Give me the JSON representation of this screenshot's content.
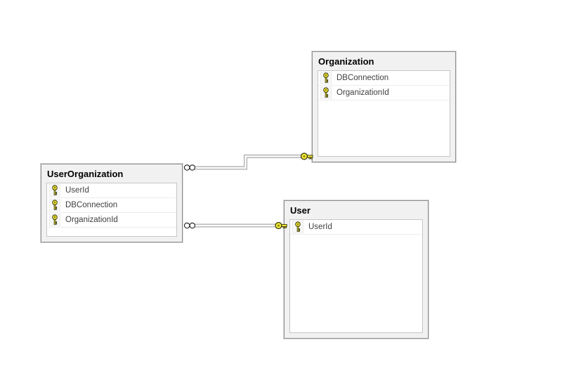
{
  "diagram": {
    "tool": "database-diagram-designer",
    "tables": [
      {
        "name": "Organization",
        "fields": [
          {
            "name": "DBConnection",
            "primary_key": true,
            "icon": "key-icon"
          },
          {
            "name": "OrganizationId",
            "primary_key": true,
            "icon": "key-icon"
          }
        ]
      },
      {
        "name": "UserOrganization",
        "fields": [
          {
            "name": "UserId",
            "primary_key": true,
            "icon": "key-icon"
          },
          {
            "name": "DBConnection",
            "primary_key": true,
            "icon": "key-icon"
          },
          {
            "name": "OrganizationId",
            "primary_key": true,
            "icon": "key-icon"
          }
        ]
      },
      {
        "name": "User",
        "fields": [
          {
            "name": "UserId",
            "primary_key": true,
            "icon": "key-icon"
          }
        ]
      }
    ],
    "relationships": [
      {
        "from_table": "UserOrganization",
        "from_cardinality": "many",
        "from_symbol": "infinity-icon",
        "to_table": "Organization",
        "to_cardinality": "one",
        "to_symbol": "key-icon"
      },
      {
        "from_table": "UserOrganization",
        "from_cardinality": "many",
        "from_symbol": "infinity-icon",
        "to_table": "User",
        "to_cardinality": "one",
        "to_symbol": "key-icon"
      }
    ],
    "colors": {
      "canvas_bg": "#ffffff",
      "table_border": "#8f8f8f",
      "table_header_bg": "#f1f1f1",
      "field_area_bg": "#ffffff",
      "field_area_border": "#c6c6c6",
      "row_divider": "#ededed",
      "title_text": "#000000",
      "field_text": "#3f3f3f",
      "connector_stroke": "#a8a8a8",
      "connector_fill": "#fdfdfd",
      "key_yellow": "#f3e73a",
      "key_outline": "#33330a",
      "infinity_fill": "#ffffff",
      "infinity_outline": "#1a1a1a"
    }
  }
}
